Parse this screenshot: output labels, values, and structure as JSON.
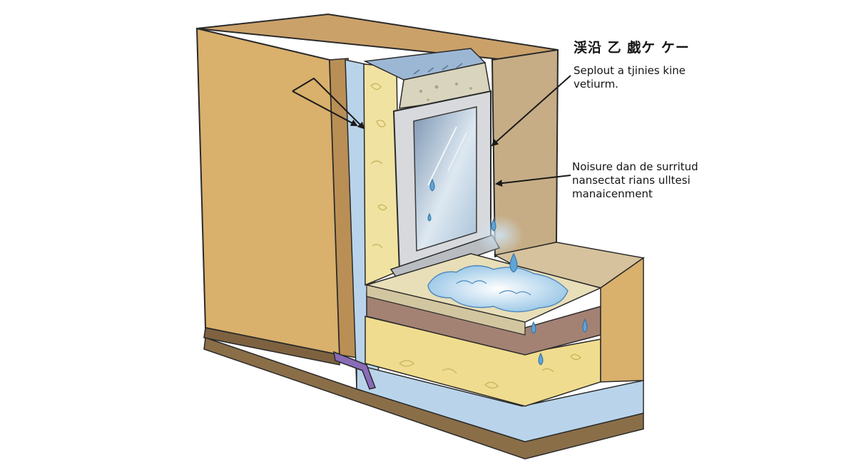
{
  "diagram": {
    "title": "渓沿 乙 戯ケ ケー",
    "annotations": [
      {
        "lines": [
          "Seplout a tjinies kine",
          "vetiurm."
        ]
      },
      {
        "lines": [
          "Noisure dan de surritud",
          "nansectat rians ulltesi",
          "manaicenment"
        ]
      }
    ]
  },
  "colors": {
    "wall_tan": "#d9b06c",
    "insulation_yellow": "#f0e3a1",
    "membrane_blue": "#b9d4ea",
    "sill_brown": "#a38274",
    "water_blue": "#8cc0e3",
    "outline": "#2a2a2a"
  }
}
